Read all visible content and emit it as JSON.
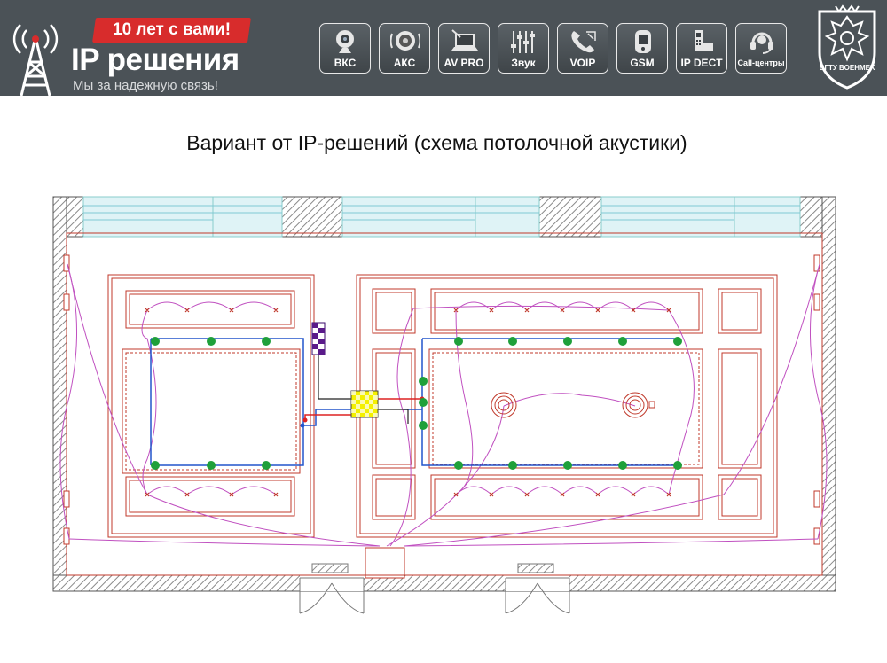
{
  "header": {
    "banner": "10 лет с вами!",
    "brand": "IP решения",
    "slogan": "Мы за надежную связь!",
    "nav": [
      {
        "label": "ВКС",
        "icon": "webcam-icon"
      },
      {
        "label": "АКС",
        "icon": "speaker-icon"
      },
      {
        "label": "AV PRO",
        "icon": "projector-laptop-icon"
      },
      {
        "label": "Звук",
        "icon": "mixer-sliders-icon"
      },
      {
        "label": "VOIP",
        "icon": "phone-handset-icon"
      },
      {
        "label": "GSM",
        "icon": "gsm-phone-icon"
      },
      {
        "label": "IP DECT",
        "icon": "dect-phone-icon"
      },
      {
        "label": "Call-центры",
        "icon": "headset-icon"
      }
    ],
    "emblem": {
      "text": "БГТУ ВОЕНМЕХ",
      "icon": "university-crest-icon"
    }
  },
  "title": "Вариант от IP-решений (схема потолочной акустики)",
  "colors": {
    "header_bg": "#4b5257",
    "banner_red": "#d82c2c",
    "wall_hatch": "#9a9a9a",
    "window": "#bfe8ef",
    "ceiling_lines": "#c0392b",
    "wire_magenta": "#c050c0",
    "cable_blue": "#2255cc",
    "speaker_green": "#1fa03a",
    "equipment_yellow": "#f4f000",
    "rack_purple": "#5a1a8a"
  }
}
